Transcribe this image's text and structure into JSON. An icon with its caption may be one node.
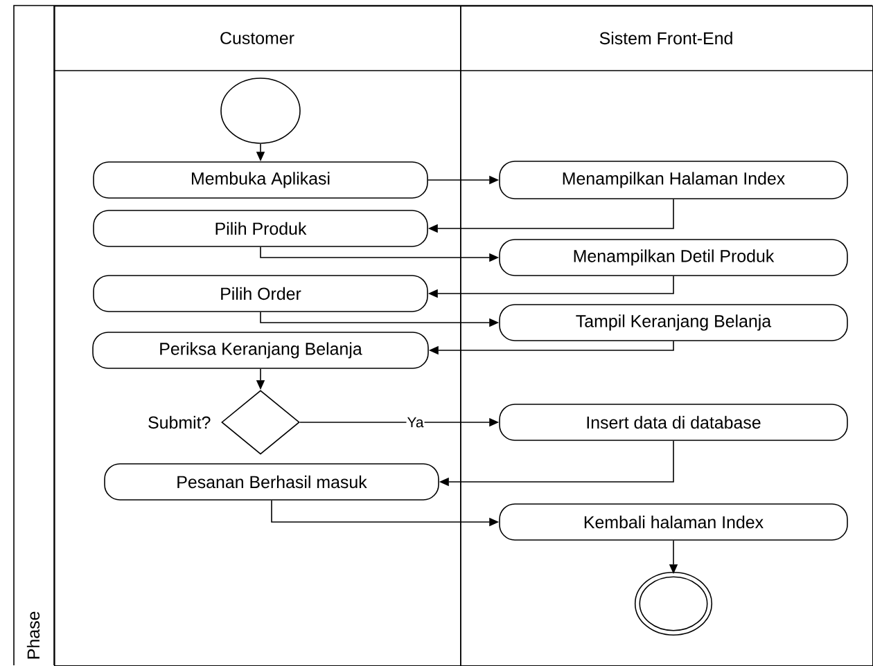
{
  "diagram": {
    "nodes": [
      {
        "text": [
          "Customer"
        ]
      },
      {
        "text": [
          "Sistem Front-End"
        ]
      },
      {
        "text": [],
        "shape": "circle",
        "in": 0
      },
      {
        "text": [
          "Membuka Aplikasi"
        ],
        "in": 0
      },
      {
        "text": [
          "Menampilkan Halaman Index"
        ],
        "in": 1
      },
      {
        "text": [
          "Pilih Produk"
        ],
        "in": 0
      },
      {
        "text": [
          "Menampilkan Detil Produk"
        ],
        "in": 1
      },
      {
        "text": [
          "Pilih Order"
        ],
        "in": 0
      },
      {
        "text": [
          "Tampil Keranjang Belanja"
        ],
        "in": 1
      },
      {
        "text": [
          "Periksa Keranjang Belanja"
        ],
        "in": 0
      },
      {
        "text": [],
        "shape": "diamond",
        "beside": [
          "Submit?"
        ],
        "in": 0
      },
      {
        "text": [
          "Insert data di database"
        ],
        "in": 1
      },
      {
        "text": [
          "Pesanan Berhasil masuk"
        ],
        "in": 0
      },
      {
        "text": [
          "Kembali halaman Index"
        ],
        "in": 1
      },
      {
        "text": [],
        "shape": "circle",
        "in": 1
      }
    ],
    "edges": [
      {
        "from": 2,
        "to": 3,
        "arrow": "to"
      },
      {
        "from": 3,
        "to": 4,
        "arrow": "to"
      },
      {
        "from": 4,
        "to": 5,
        "arrow": "to"
      },
      {
        "from": 5,
        "to": 6,
        "arrow": "to"
      },
      {
        "from": 6,
        "to": 7,
        "arrow": "to"
      },
      {
        "from": 7,
        "to": 8,
        "arrow": "to"
      },
      {
        "from": 8,
        "to": 9,
        "arrow": "to"
      },
      {
        "from": 9,
        "to": 10,
        "arrow": "to"
      },
      {
        "from": 10,
        "to": 11,
        "arrow": "to",
        "label": "Ya"
      },
      {
        "from": 11,
        "to": 12,
        "arrow": "to"
      },
      {
        "from": 12,
        "to": 13,
        "arrow": "to"
      },
      {
        "from": 13,
        "to": 14,
        "arrow": "to"
      }
    ],
    "labels": [
      "Phase"
    ]
  }
}
